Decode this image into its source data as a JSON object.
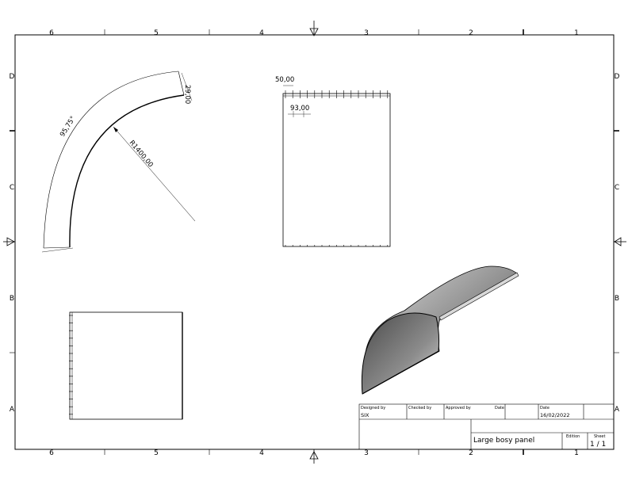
{
  "sheet": {
    "zone_columns": [
      "6",
      "5",
      "4",
      "3",
      "2",
      "1"
    ],
    "zone_rows": [
      "D",
      "C",
      "B",
      "A"
    ]
  },
  "front_view": {
    "angle_label": "95,75°",
    "radius_label": "R1400,00",
    "thickness_label": "29,00"
  },
  "top_view": {
    "edge_dim_label": "50,00",
    "pitch_dim_label": "93,00"
  },
  "title_block": {
    "designed_by_label": "Designed by",
    "designed_by_value": "SIX",
    "checked_by_label": "Checked by",
    "approved_by_label": "Approved by",
    "approved_date_label": "Date",
    "date_label": "Date",
    "date_value": "16/02/2022",
    "title": "Large bosy panel",
    "edition_label": "Edition",
    "sheet_label": "Sheet",
    "sheet_value": "1 / 1"
  },
  "colors": {
    "line": "#000000",
    "shade_light": "#e2e2e2",
    "shade_dark": "#3a3a3a"
  }
}
